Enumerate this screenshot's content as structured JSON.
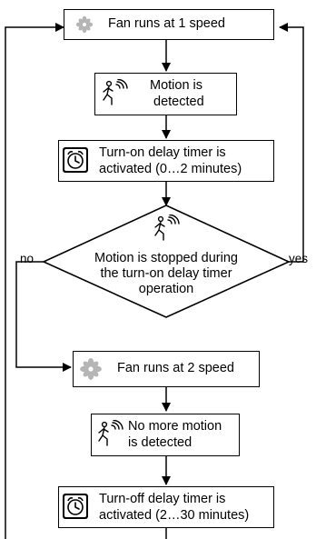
{
  "diagram": {
    "steps": [
      {
        "id": "fan1",
        "lines": [
          "Fan runs at 1 speed"
        ],
        "icon": "fan-icon"
      },
      {
        "id": "motion",
        "lines": [
          "Motion is",
          "detected"
        ],
        "icon": "walking-person-motion-icon"
      },
      {
        "id": "timer_on",
        "lines": [
          "Turn-on delay timer is",
          "activated (0…2 minutes)"
        ],
        "icon": "alarm-clock-icon"
      },
      {
        "id": "decision",
        "lines": [
          "Motion is stopped during",
          "the turn-on delay timer",
          "operation"
        ],
        "icon": "walking-person-motion-icon"
      },
      {
        "id": "fan2",
        "lines": [
          "Fan runs at 2 speed"
        ],
        "icon": "fan-icon"
      },
      {
        "id": "nomotion",
        "lines": [
          "No more motion",
          "is detected"
        ],
        "icon": "walking-person-motion-icon"
      },
      {
        "id": "timer_off",
        "lines": [
          "Turn-off delay timer is",
          "activated (2…30 minutes)"
        ],
        "icon": "alarm-clock-icon"
      }
    ],
    "branch_no": "no",
    "branch_yes": "yes",
    "colors": {
      "line": "#000000",
      "fan": "#b5b5b5",
      "background": "#ffffff"
    }
  }
}
